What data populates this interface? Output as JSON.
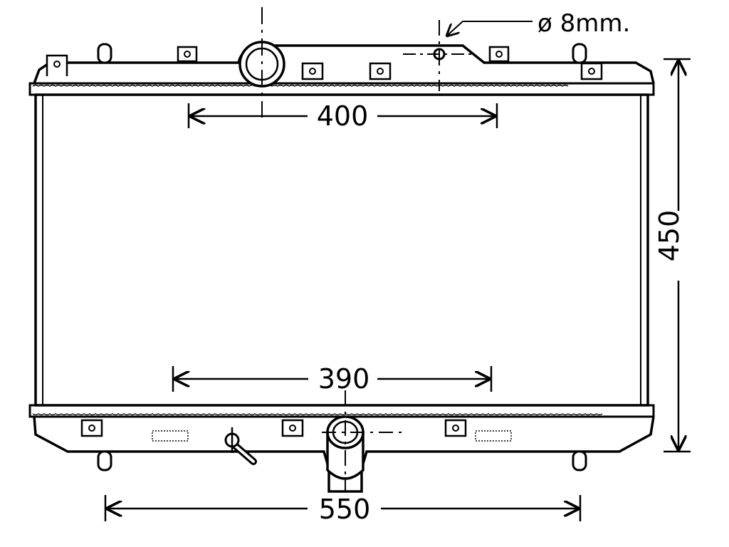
{
  "dimensions": {
    "upper_span": "400",
    "lower_span": "390",
    "height": "450",
    "overall_width": "550"
  },
  "callout": {
    "hole_diameter": "ø 8mm."
  }
}
